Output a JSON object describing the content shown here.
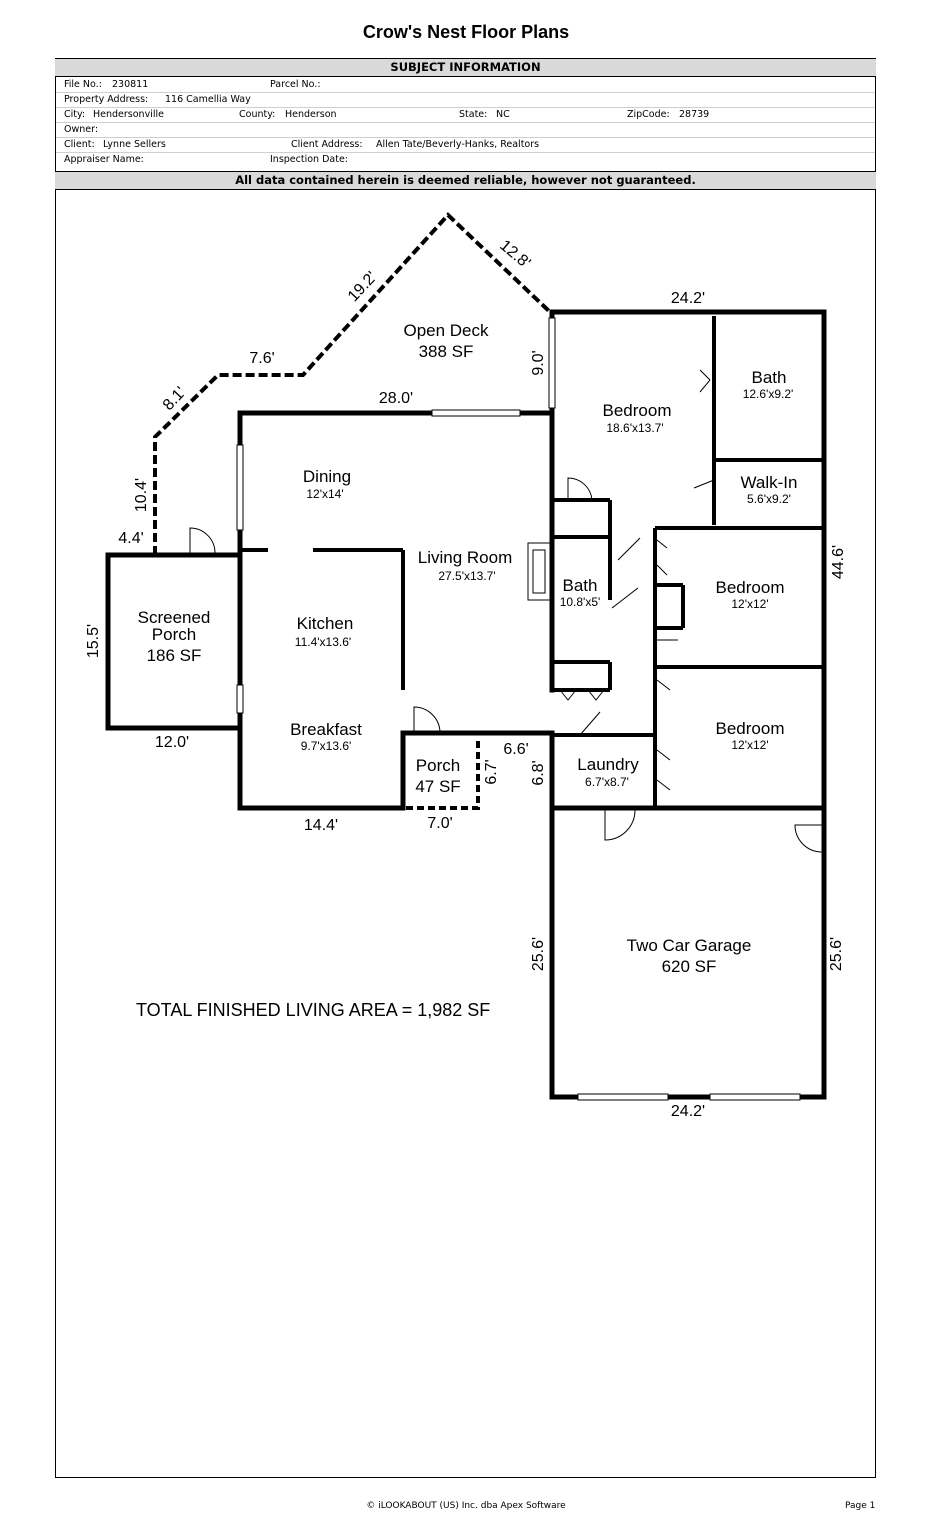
{
  "document": {
    "title": "Crow's Nest Floor Plans",
    "subject_header": "SUBJECT INFORMATION",
    "disclaimer": "All data contained herein is deemed reliable, however not guaranteed."
  },
  "subject": {
    "file_no_label": "File No.:",
    "file_no": "230811",
    "parcel_no_label": "Parcel No.:",
    "parcel_no": "",
    "property_address_label": "Property Address:",
    "property_address": "116 Camellia Way",
    "city_label": "City:",
    "city": "Hendersonville",
    "county_label": "County:",
    "county": "Henderson",
    "state_label": "State:",
    "state": "NC",
    "zip_label": "ZipCode:",
    "zip": "28739",
    "owner_label": "Owner:",
    "owner": "",
    "client_label": "Client:",
    "client": "Lynne Sellers",
    "client_address_label": "Client Address:",
    "client_address": "Allen Tate/Beverly-Hanks, Realtors",
    "appraiser_label": "Appraiser Name:",
    "appraiser": "",
    "inspection_label": "Inspection Date:",
    "inspection": ""
  },
  "rooms": {
    "open_deck": {
      "name": "Open Deck",
      "area": "388 SF"
    },
    "bedroom_master": {
      "name": "Bedroom",
      "size": "18.6'x13.7'"
    },
    "bath_master": {
      "name": "Bath",
      "size": "12.6'x9.2'"
    },
    "walk_in": {
      "name": "Walk-In",
      "size": "5.6'x9.2'"
    },
    "dining": {
      "name": "Dining",
      "size": "12'x14'"
    },
    "living_room": {
      "name": "Living Room",
      "size": "27.5'x13.7'"
    },
    "kitchen": {
      "name": "Kitchen",
      "size": "11.4'x13.6'"
    },
    "bath_hall": {
      "name": "Bath",
      "size": "10.8'x5'"
    },
    "bedroom_2": {
      "name": "Bedroom",
      "size": "12'x12'"
    },
    "bedroom_3": {
      "name": "Bedroom",
      "size": "12'x12'"
    },
    "screened_porch": {
      "name_line1": "Screened",
      "name_line2": "Porch",
      "area": "186 SF"
    },
    "breakfast": {
      "name": "Breakfast",
      "size": "9.7'x13.6'"
    },
    "porch": {
      "name": "Porch",
      "area": "47 SF"
    },
    "laundry": {
      "name": "Laundry",
      "size": "6.7'x8.7'"
    },
    "garage": {
      "name": "Two Car Garage",
      "area": "620 SF"
    }
  },
  "dimensions": {
    "deck_12_8": "12.8'",
    "deck_19_2": "19.2'",
    "deck_7_6": "7.6'",
    "deck_8_1": "8.1'",
    "deck_10_4": "10.4'",
    "deck_9_0": "9.0'",
    "top_28_0": "28.0'",
    "top_24_2": "24.2'",
    "porch_4_4": "4.4'",
    "porch_15_5": "15.5'",
    "porch_12_0": "12.0'",
    "right_44_6": "44.6'",
    "front_6_6": "6.6'",
    "front_6_8": "6.8'",
    "porch_6_7": "6.7'",
    "bottom_14_4": "14.4'",
    "porch_7_0": "7.0'",
    "garage_left_25_6": "25.6'",
    "garage_right_25_6": "25.6'",
    "garage_bottom_24_2": "24.2'"
  },
  "total_area": "TOTAL FINISHED LIVING AREA = 1,982 SF",
  "footer": {
    "copyright": "© iLOOKABOUT (US) Inc. dba Apex Software",
    "page": "Page 1"
  }
}
